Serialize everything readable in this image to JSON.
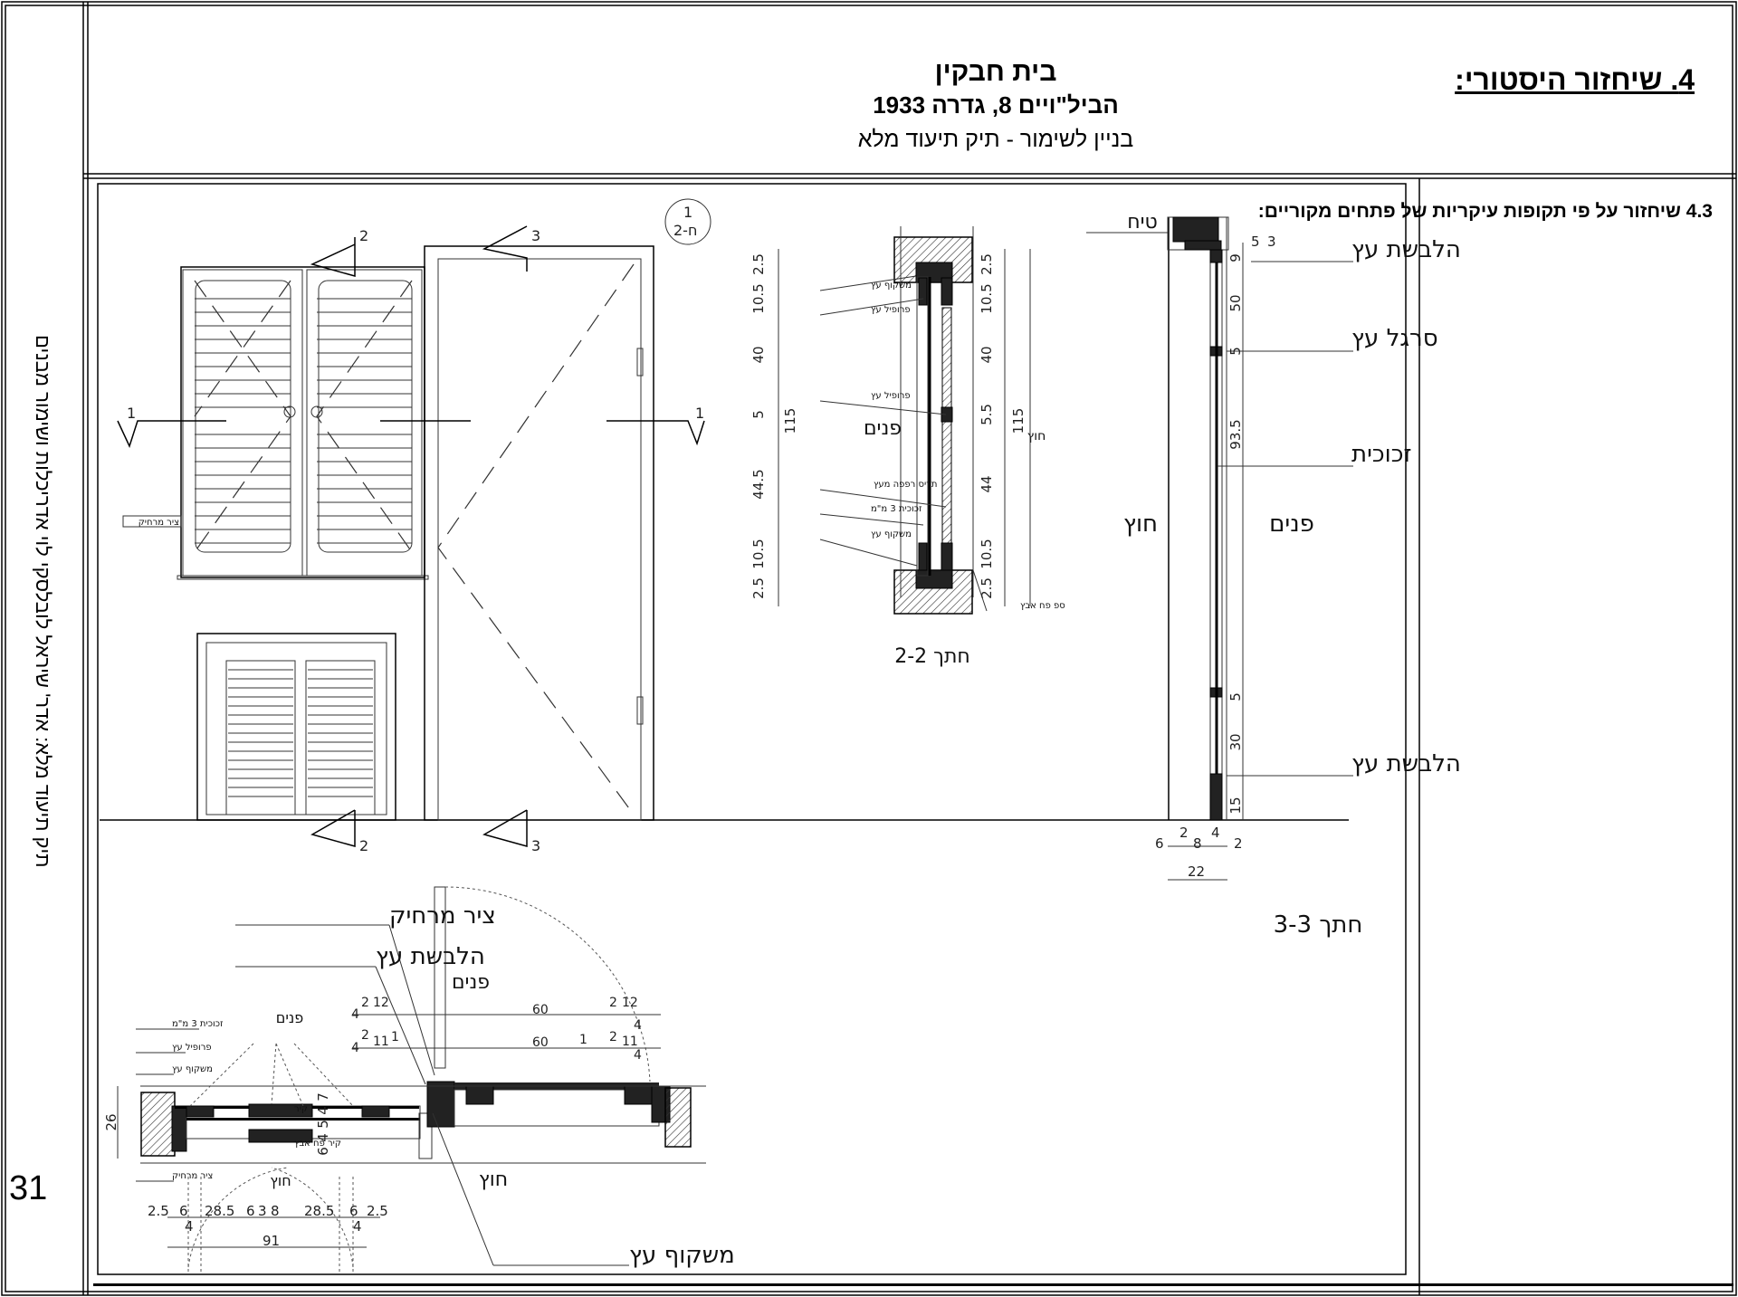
{
  "header": {
    "title": "בית חבקין",
    "address": "הביל\"ויים 8, גדרה 1933",
    "subtitle": "בניין לשימור - תיק תיעוד מלא",
    "section": "4. שיחזור היסטורי:"
  },
  "subsection": "4.3 שיחזור על פי תקופות עיקריות של פתחים מקוריים:",
  "sidebar": {
    "text": "תיק תיעוד מלא: אדר' שיראל לובלסקי לוי אדריכלות ושימור מבנים",
    "page_number": "31"
  },
  "drawing": {
    "elevation": {
      "section_marks": [
        "1",
        "2",
        "3"
      ],
      "callout_top": "1",
      "callout_bottom": "2-ח",
      "label_hinge": "ציר מרחיק"
    },
    "section_2_2": {
      "title": "חתך 2-2",
      "inside": "פנים",
      "outside": "חוץ",
      "labels": [
        "משקוף עץ",
        "פרופיל עץ",
        "פרופיל עץ",
        "תריס רפפה מעץ",
        "זכוכית 3 מ\"מ",
        "משקוף עץ",
        "ספ פח אבץ"
      ],
      "dims_left": [
        "2.5",
        "10.5",
        "40",
        "5",
        "44.5",
        "10.5",
        "2.5",
        "115"
      ],
      "dims_right": [
        "2.5",
        "10.5",
        "40",
        "5.5",
        "44",
        "10.5",
        "2.5",
        "115"
      ]
    },
    "section_3_3": {
      "title": "חתך 3-3",
      "outside": "חוץ",
      "inside": "פנים",
      "labels": [
        "טיח",
        "הלבשת עץ",
        "סרגל עץ",
        "זכוכית",
        "הלבשת עץ"
      ],
      "dims_vertical": [
        "3",
        "5",
        "9",
        "50",
        "5",
        "93.5",
        "5",
        "30",
        "15"
      ],
      "dims_bottom": [
        "6",
        "2",
        "8",
        "4",
        "2",
        "22"
      ]
    },
    "plan": {
      "labels_big": [
        "ציר מרחיק",
        "הלבשת עץ",
        "משקוף עץ"
      ],
      "inside": "פנים",
      "outside": "חוץ",
      "labels_small": [
        "זכוכית 3 מ\"מ",
        "פרופיל עץ",
        "משקוף עץ",
        "ציר מרחיק",
        "קיר",
        "קיר פח אבץ"
      ],
      "dims_door_top": [
        "4",
        "2",
        "12",
        "60",
        "2",
        "12",
        "4"
      ],
      "dims_door_bottom": [
        "4",
        "2",
        "11",
        "1",
        "60",
        "1",
        "2",
        "11",
        "4"
      ],
      "dims_window": [
        "2.5",
        "6",
        "4",
        "28.5",
        "6",
        "3",
        "8",
        "28.5",
        "6",
        "4",
        "2.5",
        "91"
      ],
      "dims_depth": [
        "26",
        "7",
        "4",
        "5",
        "4",
        "6"
      ]
    }
  }
}
